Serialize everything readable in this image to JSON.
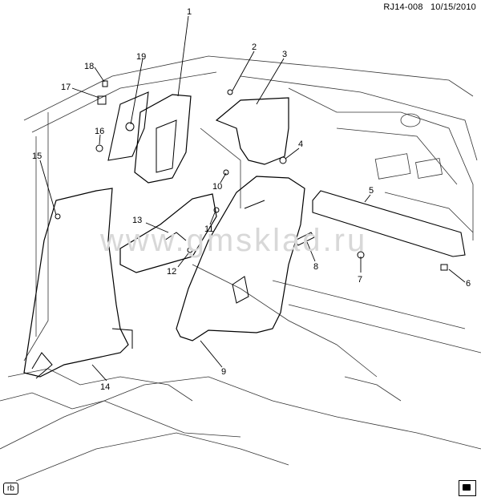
{
  "header": {
    "part_code": "RJ14-008",
    "date": "10/15/2010"
  },
  "watermark": "www.gmsklad.ru",
  "footer": {
    "tag": "rb",
    "icon": "gm-book-icon"
  },
  "callouts": [
    "1",
    "2",
    "3",
    "4",
    "5",
    "6",
    "7",
    "8",
    "9",
    "10",
    "11",
    "12",
    "13",
    "14",
    "15",
    "16",
    "17",
    "18",
    "19"
  ]
}
